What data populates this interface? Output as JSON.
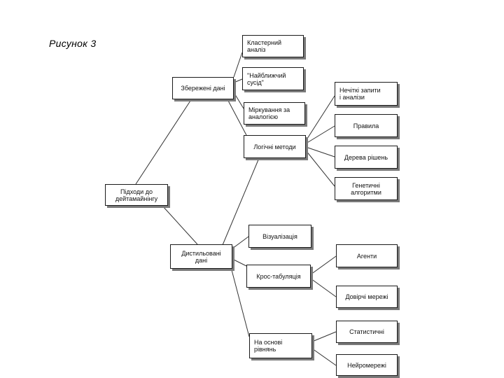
{
  "figure_label": "Рисунок 3",
  "nodes": {
    "root": "Підходи до\nдейтамайнінгу",
    "stored_data": "Збережені дані",
    "distilled_data": "Дистильовані\nдані",
    "cluster_analysis": "Кластерний\nаналіз",
    "nearest_neighbor": "\"Найближчий\nсусід\"",
    "analog_reasoning": "Міркування за\nаналогією",
    "logical_methods": "Логічні методи",
    "fuzzy_queries": "Нечіткі запити\nі аналізи",
    "rules": "Правила",
    "decision_trees": "Дерева рішень",
    "genetic_algorithms": "Генетичні\nалгоритми",
    "visualization": "Візуалізація",
    "cross_tabulation": "Крос-табуляція",
    "equation_based": "На основі\nрівнянь",
    "agents": "Агенти",
    "trust_networks": "Довірчі мережі",
    "statistical": "Статистичні",
    "neural_networks": "Нейромережі"
  }
}
